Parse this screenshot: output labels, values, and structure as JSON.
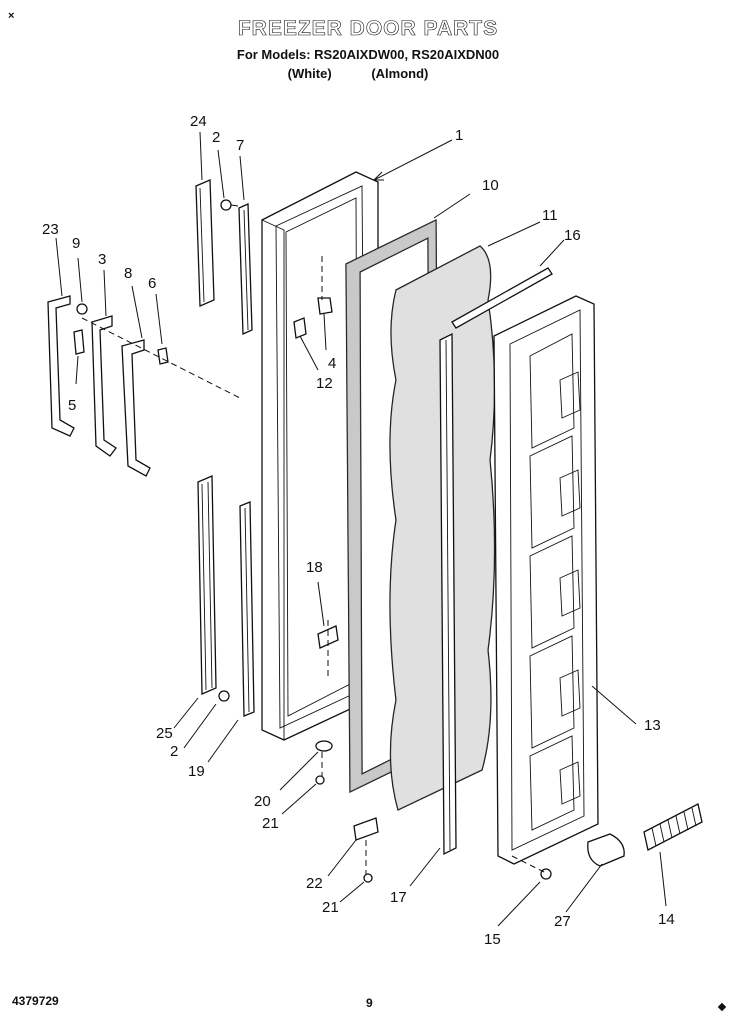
{
  "header": {
    "title": "FREEZER DOOR PARTS",
    "models": "For Models: RS20AIXDW00, RS20AIXDN00",
    "color_white": "(White)",
    "color_almond": "(Almond)"
  },
  "footer": {
    "doc_number": "4379729",
    "page_number": "9"
  },
  "marks": {
    "top_left": "×"
  },
  "callouts": {
    "c1": "1",
    "c2a": "2",
    "c2b": "2",
    "c3": "3",
    "c4": "4",
    "c5": "5",
    "c6": "6",
    "c7": "7",
    "c8": "8",
    "c9": "9",
    "c10": "10",
    "c11": "11",
    "c12": "12",
    "c13": "13",
    "c14": "14",
    "c15": "15",
    "c16": "16",
    "c17": "17",
    "c18": "18",
    "c19": "19",
    "c20": "20",
    "c21a": "21",
    "c21b": "21",
    "c22": "22",
    "c23": "23",
    "c24": "24",
    "c25": "25",
    "c27": "27"
  }
}
